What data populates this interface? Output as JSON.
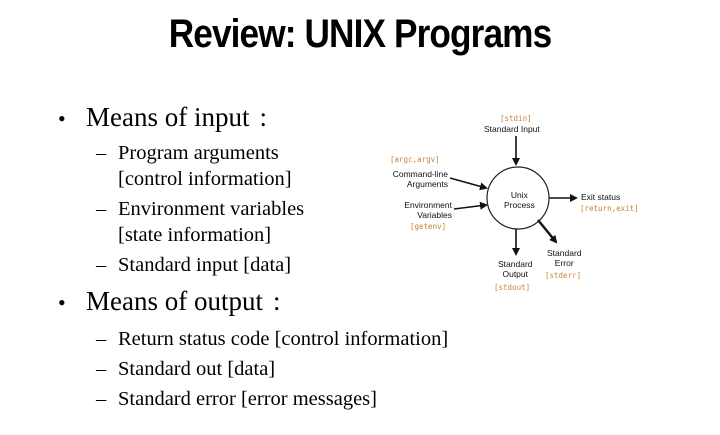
{
  "title": "Review: UNIX Programs",
  "bullets": {
    "input": {
      "heading": "Means of input",
      "colon": ":",
      "items": [
        {
          "line1": "Program arguments",
          "line2": "[control information]"
        },
        {
          "line1": "Environment variables",
          "line2": "[state information]"
        },
        {
          "line1": "Standard input [data]",
          "line2": ""
        }
      ]
    },
    "output": {
      "heading": "Means of output",
      "colon": ":",
      "items": [
        "Return status code [control information]",
        "Standard out [data]",
        "Standard error [error messages]"
      ]
    },
    "bullet_char": "•",
    "dash_char": "–"
  },
  "diagram": {
    "process": {
      "line1": "Unix",
      "line2": "Process"
    },
    "stdin": {
      "code": "[stdin]",
      "label": "Standard Input"
    },
    "args": {
      "code": "[argc,argv]",
      "line1": "Command-line",
      "line2": "Arguments"
    },
    "env": {
      "line1": "Environment",
      "line2": "Variables",
      "code": "[getenv]"
    },
    "exit": {
      "label": "Exit status",
      "code": "[return,exit]"
    },
    "stdout": {
      "line1": "Standard",
      "line2": "Output",
      "code": "[stdout]"
    },
    "stderr": {
      "line1": "Standard",
      "line2": "Error",
      "code": "[stderr]"
    },
    "code_color": "#c8843c"
  }
}
